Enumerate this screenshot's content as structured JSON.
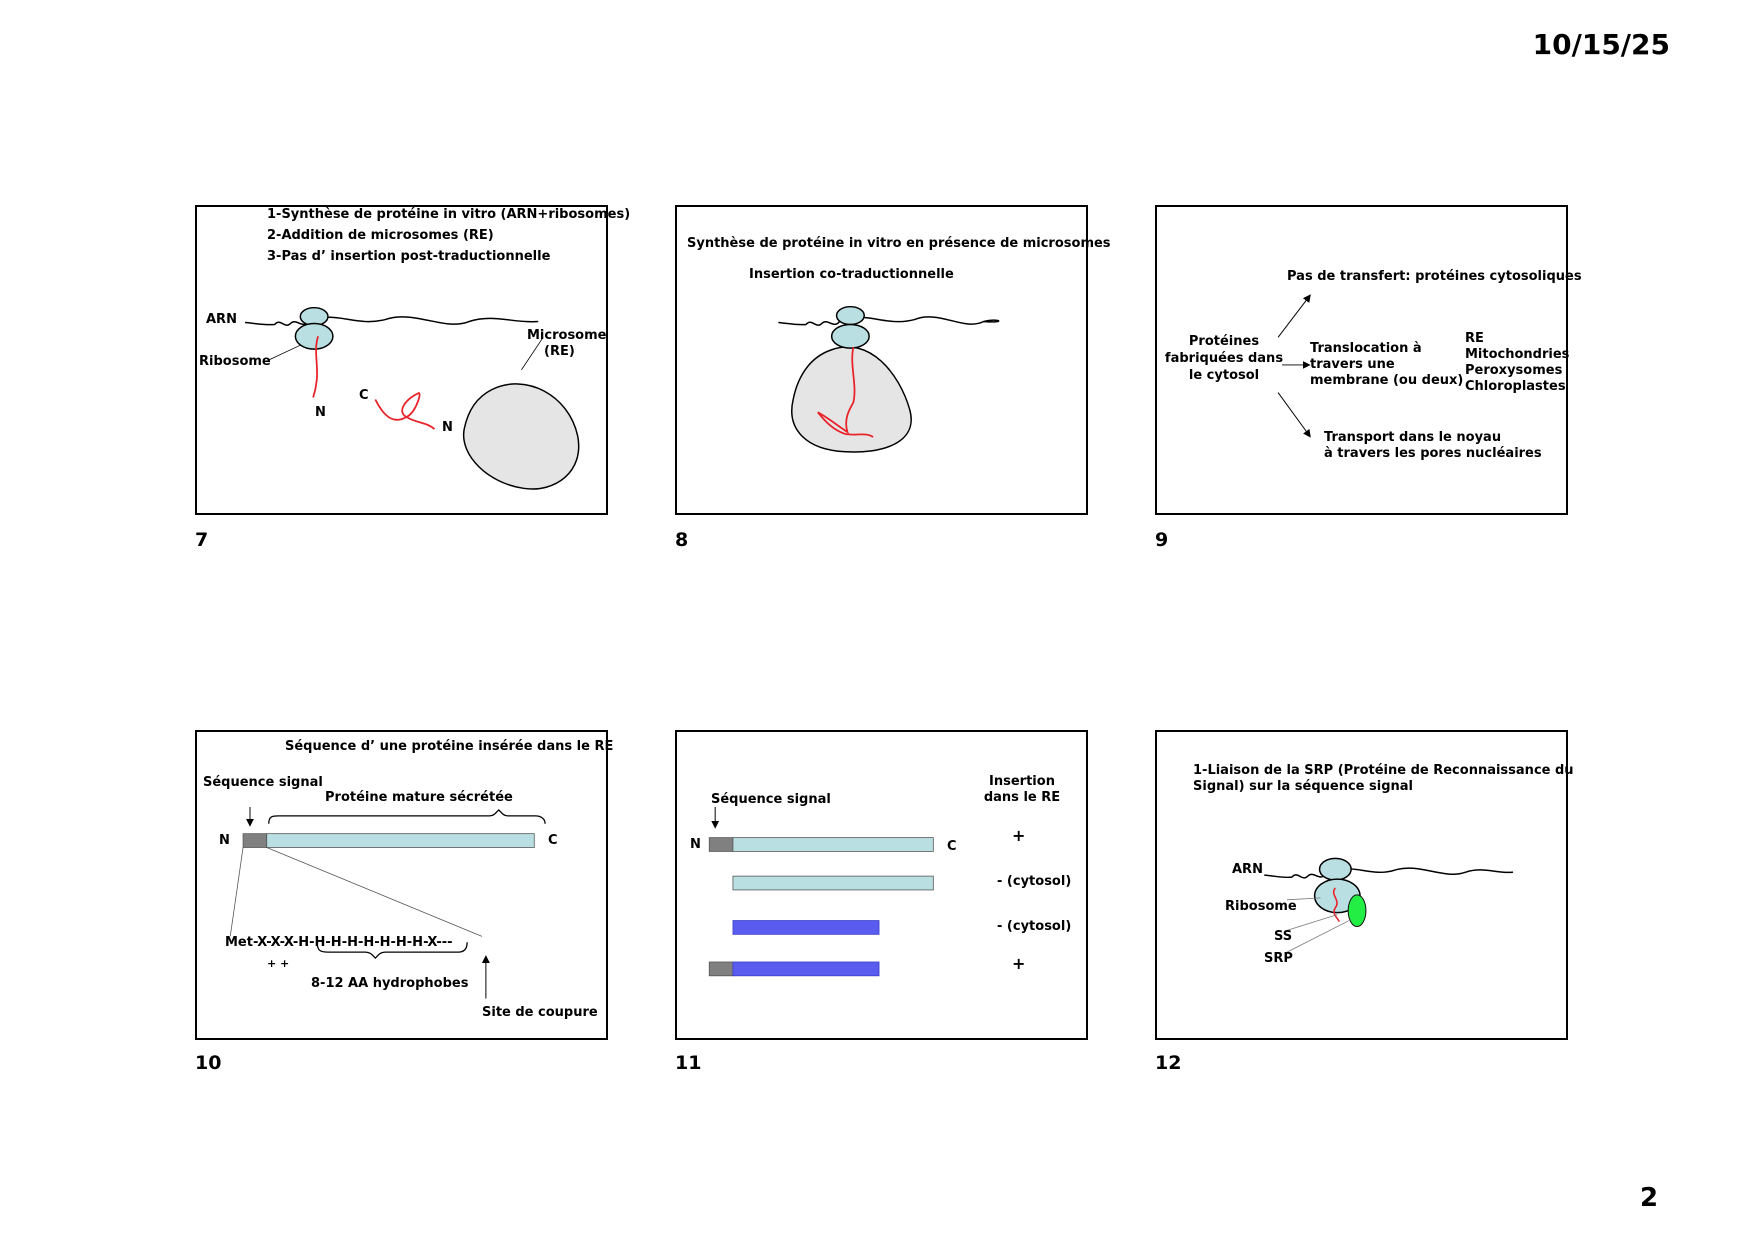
{
  "header": {
    "date": "10/15/25"
  },
  "footer": {
    "page_number": "2"
  },
  "slides": [
    {
      "number": "7",
      "lines": [
        "1-Synthèse de protéine in vitro (ARN+ribosomes)",
        "2-Addition de microsomes (RE)",
        "3-Pas d’ insertion post-traductionnelle"
      ],
      "labels": {
        "arn": "ARN",
        "ribosome": "Ribosome",
        "microsome": "Microsome",
        "re": "(RE)",
        "n1": "N",
        "c": "C",
        "n2": "N"
      }
    },
    {
      "number": "8",
      "title": "Synthèse de protéine in vitro en présence de microsomes",
      "subtitle": "Insertion co-traductionnelle"
    },
    {
      "number": "9",
      "source": [
        "Protéines",
        "fabriquées dans",
        "le cytosol"
      ],
      "top": "Pas de transfert: protéines cytosoliques",
      "middle": [
        "Translocation à",
        "travers une",
        "membrane (ou deux)"
      ],
      "organelles": [
        "RE",
        "Mitochondries",
        "Peroxysomes",
        "Chloroplastes"
      ],
      "bottom": [
        "Transport dans le noyau",
        "à travers les pores nucléaires"
      ]
    },
    {
      "number": "10",
      "title": "Séquence d’ une protéine insérée dans le RE",
      "signal": "Séquence signal",
      "mature": "Protéine mature sécrétée",
      "n": "N",
      "c": "C",
      "sequence": "Met-X-X-X-H-H-H-H-H-H-H-H-X---",
      "charges": "+ +",
      "hydrophobes": "8-12 AA hydrophobes",
      "cut": "Site de coupure"
    },
    {
      "number": "11",
      "signal": "Séquence signal",
      "header": [
        "Insertion",
        "dans le RE"
      ],
      "n": "N",
      "c": "C",
      "rows": [
        "+",
        "- (cytosol)",
        "- (cytosol)",
        "+"
      ]
    },
    {
      "number": "12",
      "title": [
        "1-Liaison de la SRP (Protéine de Reconnaissance du",
        "Signal) sur la séquence signal"
      ],
      "labels": {
        "arn": "ARN",
        "ribosome": "Ribosome",
        "ss": "SS",
        "srp": "SRP"
      }
    }
  ]
}
